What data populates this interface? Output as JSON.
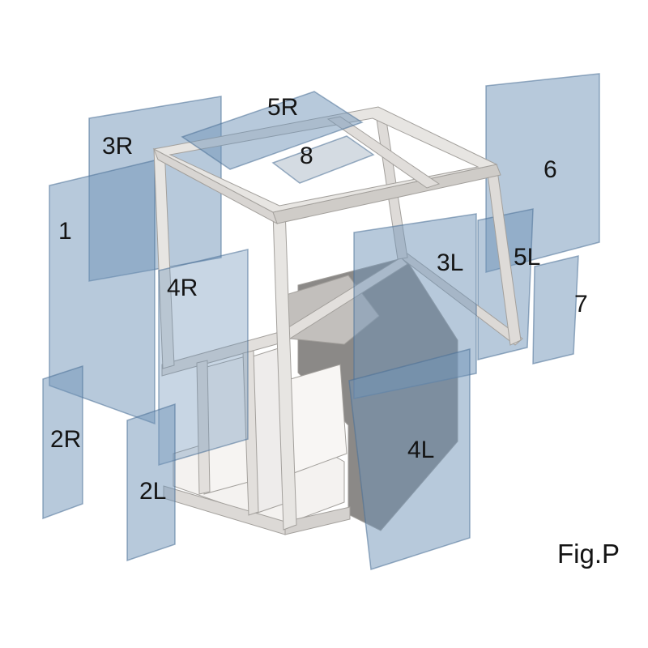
{
  "figure": {
    "type": "exploded-parts-diagram",
    "subject": "cab glass panels around wireframe cab",
    "caption": "Fig.P",
    "panel_labels": [
      {
        "id": "panel-1",
        "text": "1"
      },
      {
        "id": "panel-2R",
        "text": "2R"
      },
      {
        "id": "panel-2L",
        "text": "2L"
      },
      {
        "id": "panel-3R",
        "text": "3R"
      },
      {
        "id": "panel-3L",
        "text": "3L"
      },
      {
        "id": "panel-4R",
        "text": "4R"
      },
      {
        "id": "panel-4L",
        "text": "4L"
      },
      {
        "id": "panel-5R",
        "text": "5R"
      },
      {
        "id": "panel-5L",
        "text": "5L"
      },
      {
        "id": "panel-6",
        "text": "6"
      },
      {
        "id": "panel-7",
        "text": "7"
      },
      {
        "id": "panel-8",
        "text": "8"
      }
    ],
    "colors": {
      "background": "#ffffff",
      "glass_fill": "#6f93b8",
      "glass_fill_gray": "#8fa0b4",
      "glass_stroke": "#4a6f96",
      "frame_light": "#e7e5e2",
      "frame_mid": "#cfccc8",
      "frame_dark": "#8b8987",
      "label_text": "#141414"
    }
  }
}
